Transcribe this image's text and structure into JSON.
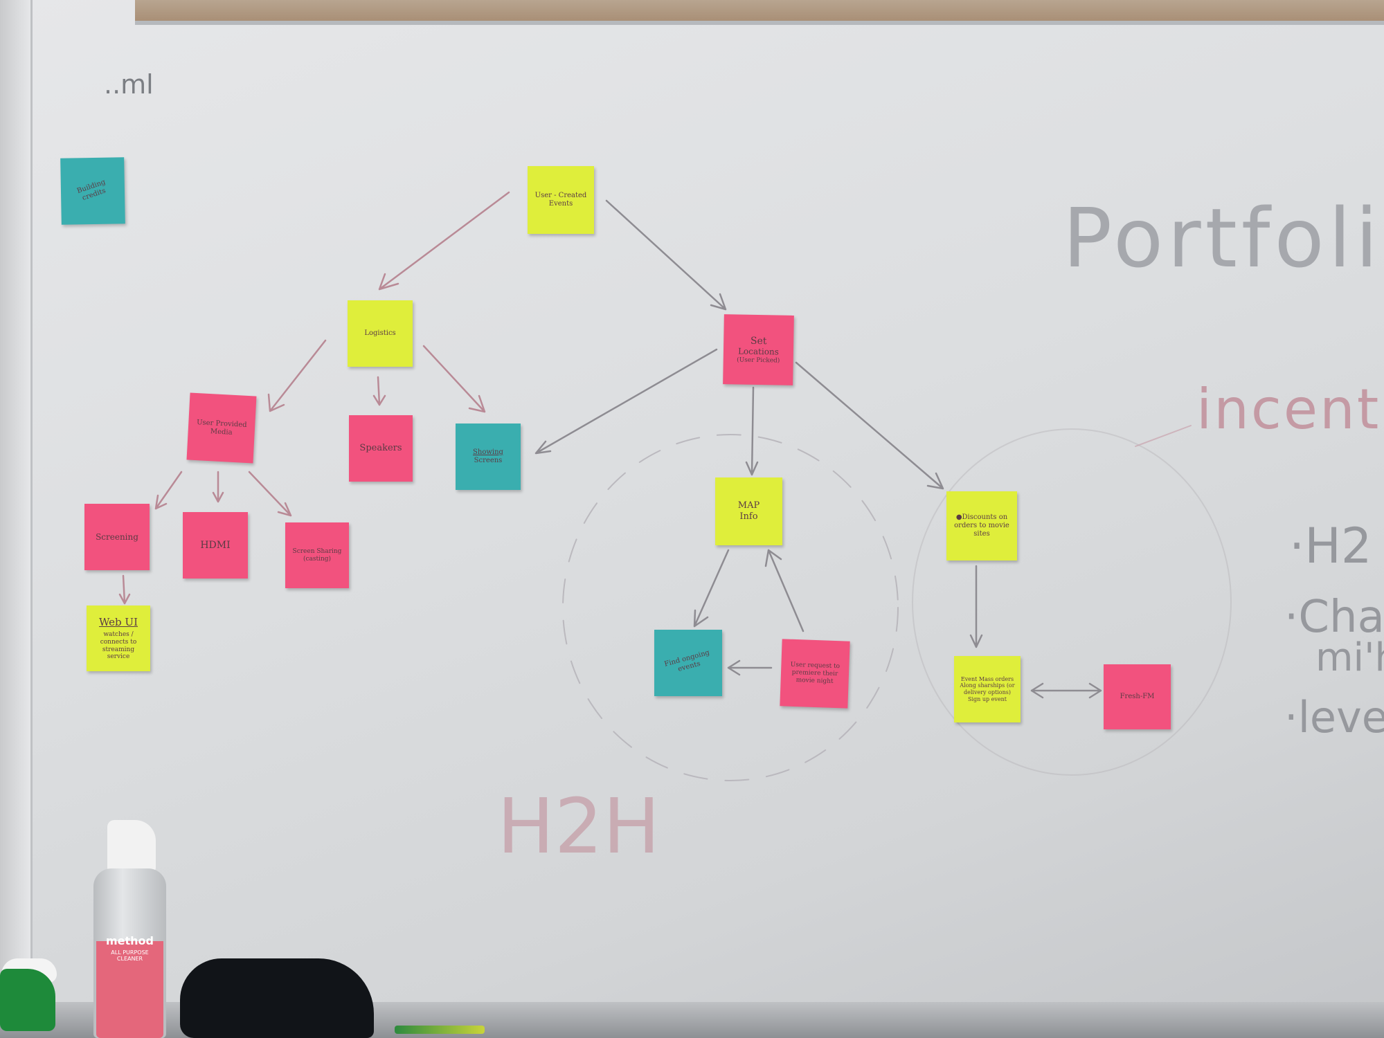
{
  "board": {
    "top_left_scribble": "..ml",
    "portfolio": "Portfoli",
    "incentive": "incentiv",
    "h2h_big": "H2H",
    "list": [
      "·H2",
      "·Char",
      "mi'h",
      "·levei"
    ]
  },
  "notes": {
    "building_credits": {
      "text": "Building credits"
    },
    "user_created_events": {
      "line1": "User - Created",
      "line2": "Events"
    },
    "logistics": {
      "text": "Logistics"
    },
    "user_provided_media": {
      "line1": "User Provided",
      "line2": "Media"
    },
    "speakers": {
      "text": "Speakers"
    },
    "showing_screens": {
      "line1": "Showing",
      "line2": "Screens"
    },
    "set_locations": {
      "line1": "Set",
      "line2": "Locations",
      "line3": "(User Picked)"
    },
    "screening": {
      "text": "Screening"
    },
    "hdmi": {
      "text": "HDMI"
    },
    "screen_sharing": {
      "line1": "Screen Sharing",
      "line2": "(casting)"
    },
    "web_ui": {
      "title": "Web UI",
      "sub": "watches / connects to streaming service"
    },
    "map_info": {
      "line1": "MAP",
      "line2": "Info"
    },
    "discounts": {
      "text": "●Discounts on orders to movie sites"
    },
    "find_ongoing_events": {
      "text": "Find ongoing events"
    },
    "user_request": {
      "text": "User request to premiere their movie night"
    },
    "event_mass_orders": {
      "text": "Event Mass orders Along sharships (or delivery options) Sign up event"
    },
    "fresh_fm": {
      "text": "Fresh-FM"
    }
  },
  "bottle": {
    "brand": "method",
    "label": "ALL PURPOSE CLEANER"
  }
}
